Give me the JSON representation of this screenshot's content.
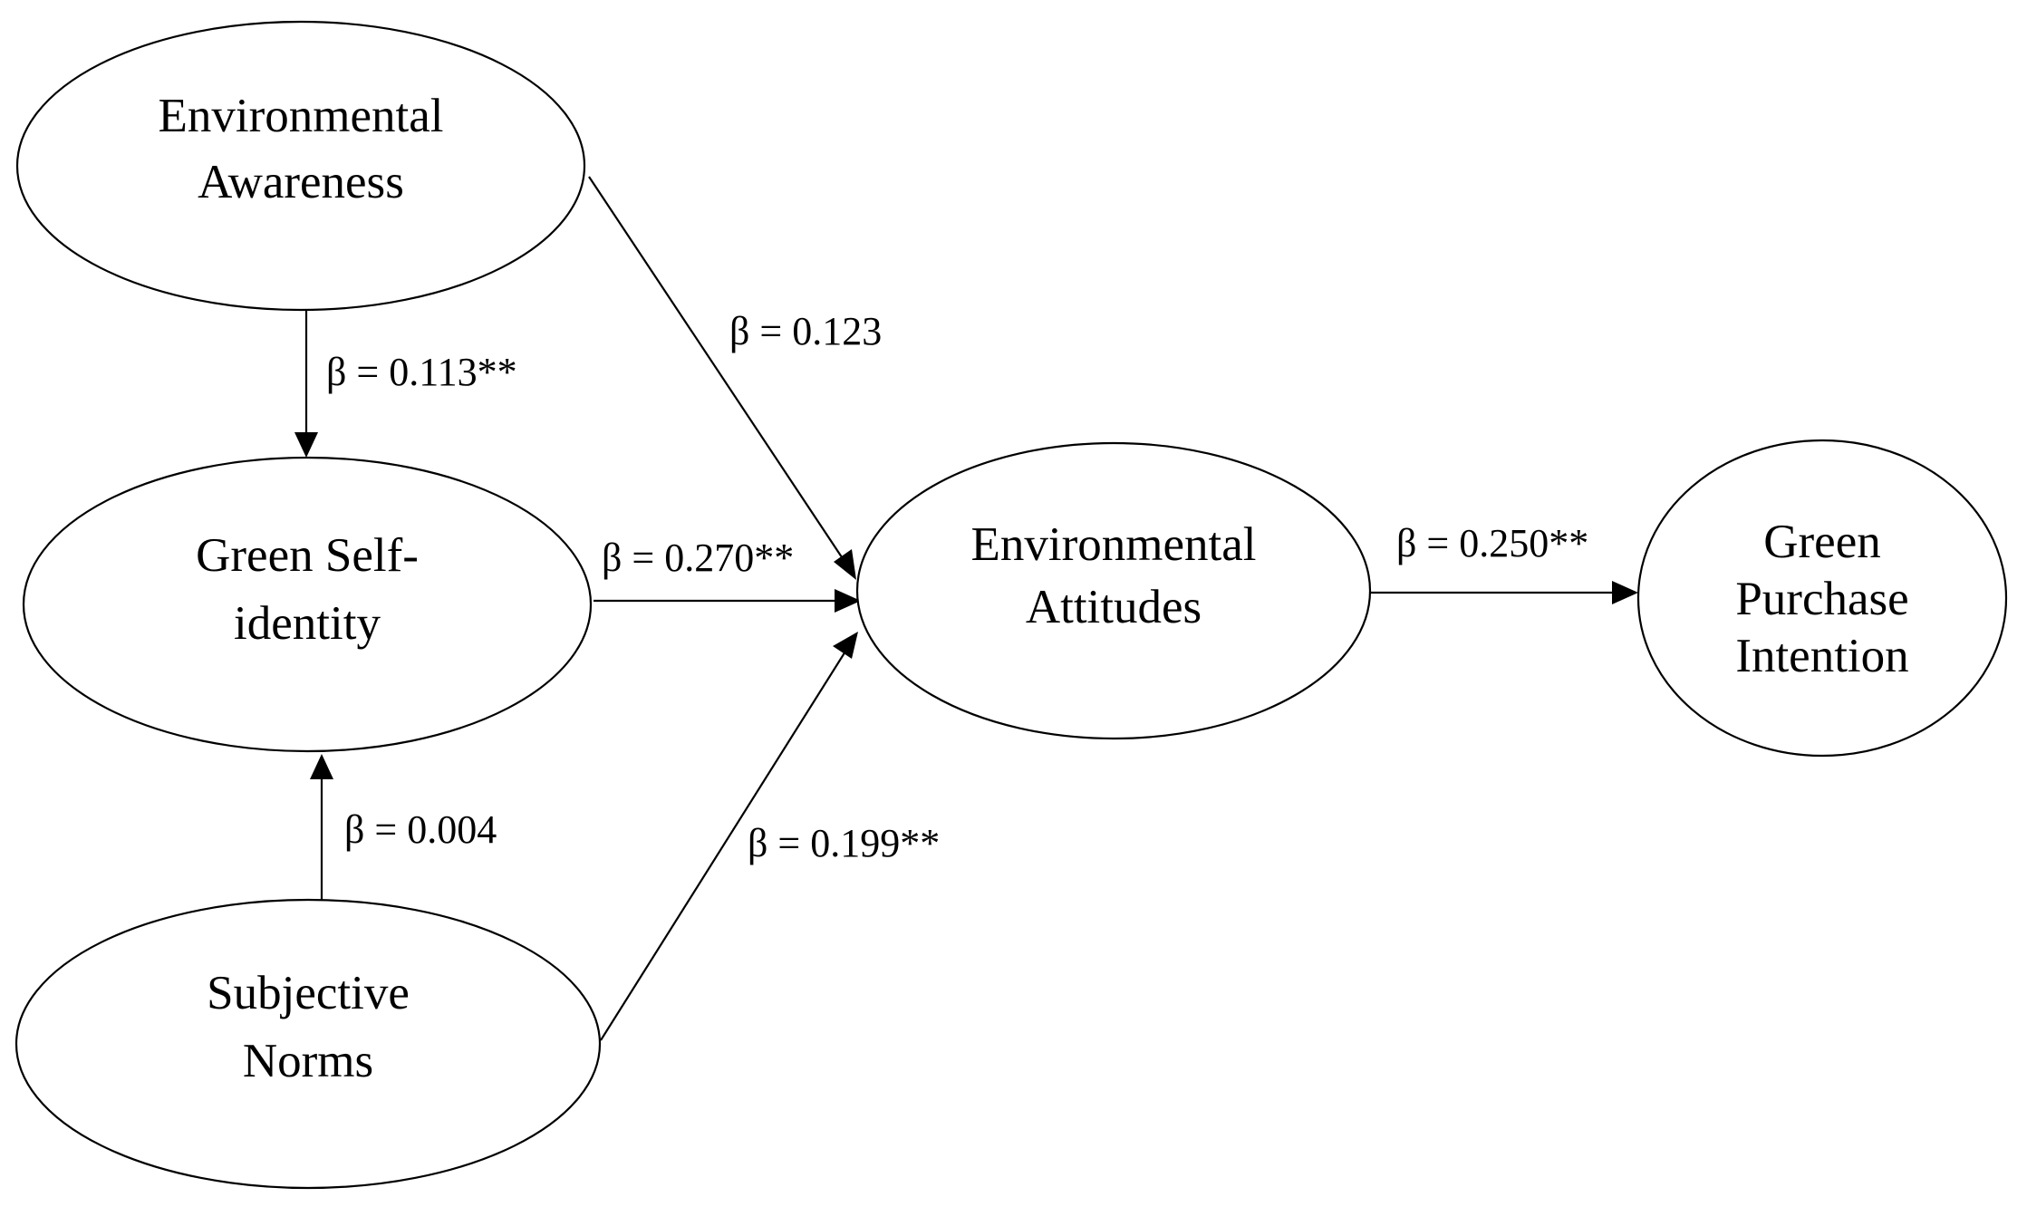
{
  "nodes": {
    "environmental_awareness": {
      "lines": [
        "Environmental",
        "Awareness"
      ]
    },
    "green_self_identity": {
      "lines": [
        "Green Self-",
        "identity"
      ]
    },
    "subjective_norms": {
      "lines": [
        "Subjective",
        "Norms"
      ]
    },
    "environmental_attitudes": {
      "lines": [
        "Environmental",
        "Attitudes"
      ]
    },
    "green_purchase_intention": {
      "lines": [
        "Green",
        "Purchase",
        "Intention"
      ]
    }
  },
  "paths": {
    "awareness_to_identity": {
      "label": "β = 0.113**"
    },
    "awareness_to_attitudes": {
      "label": "β = 0.123"
    },
    "identity_to_attitudes": {
      "label": "β = 0.270**"
    },
    "norms_to_identity": {
      "label": "β = 0.004"
    },
    "norms_to_attitudes": {
      "label": "β = 0.199**"
    },
    "attitudes_to_intention": {
      "label": "β = 0.250**"
    }
  }
}
